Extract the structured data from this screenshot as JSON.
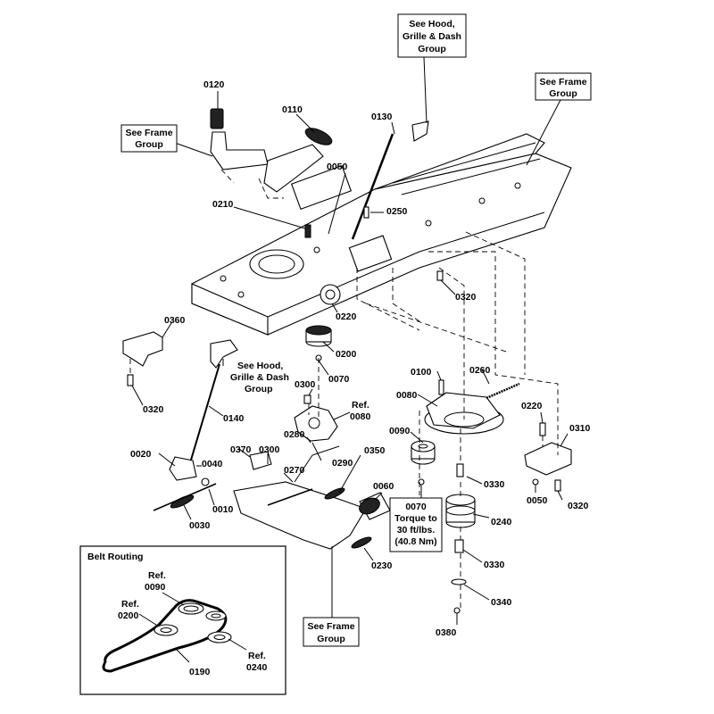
{
  "callouts": {
    "p0120": "0120",
    "p0110": "0110",
    "p0130": "0130",
    "p0050a": "0050",
    "p0210": "0210",
    "p0250": "0250",
    "p0320a": "0320",
    "p0220a": "0220",
    "p0200": "0200",
    "p0070a": "0070",
    "p0360": "0360",
    "p0320b": "0320",
    "p0140": "0140",
    "p0100": "0100",
    "p0260": "0260",
    "p0080": "0080",
    "p0300a": "0300",
    "ref0080_ref": "Ref.",
    "ref0080_num": "0080",
    "p0280": "0280",
    "p0290": "0290",
    "p0020": "0020",
    "p0040": "0040",
    "p0370": "0370",
    "p0300b": "0300",
    "p0350": "0350",
    "p0270": "0270",
    "p0010": "0010",
    "p0030": "0030",
    "p0090": "0090",
    "p0330a": "0330",
    "p0060": "0060",
    "p0240": "0240",
    "p0220b": "0220",
    "p0310": "0310",
    "p0050b": "0050",
    "p0320c": "0320",
    "p0230": "0230",
    "p0330b": "0330",
    "p0340": "0340",
    "p0380": "0380"
  },
  "boxes": {
    "hood_top": [
      "See Hood,",
      "Grille & Dash",
      "Group"
    ],
    "frame_top_right": [
      "See Frame",
      "Group"
    ],
    "frame_left": [
      "See Frame",
      "Group"
    ],
    "hood_mid": [
      "See Hood,",
      "Grille & Dash",
      "Group"
    ],
    "torque": [
      "0070",
      "Torque to",
      "30 ft/lbs.",
      "(40.8 Nm)"
    ],
    "frame_bottom": [
      "See Frame",
      "Group"
    ]
  },
  "belt_routing": {
    "title": "Belt Routing",
    "ref0090": [
      "Ref.",
      "0090"
    ],
    "ref0200": [
      "Ref.",
      "0200"
    ],
    "ref0240": [
      "Ref.",
      "0240"
    ],
    "belt": "0190"
  }
}
